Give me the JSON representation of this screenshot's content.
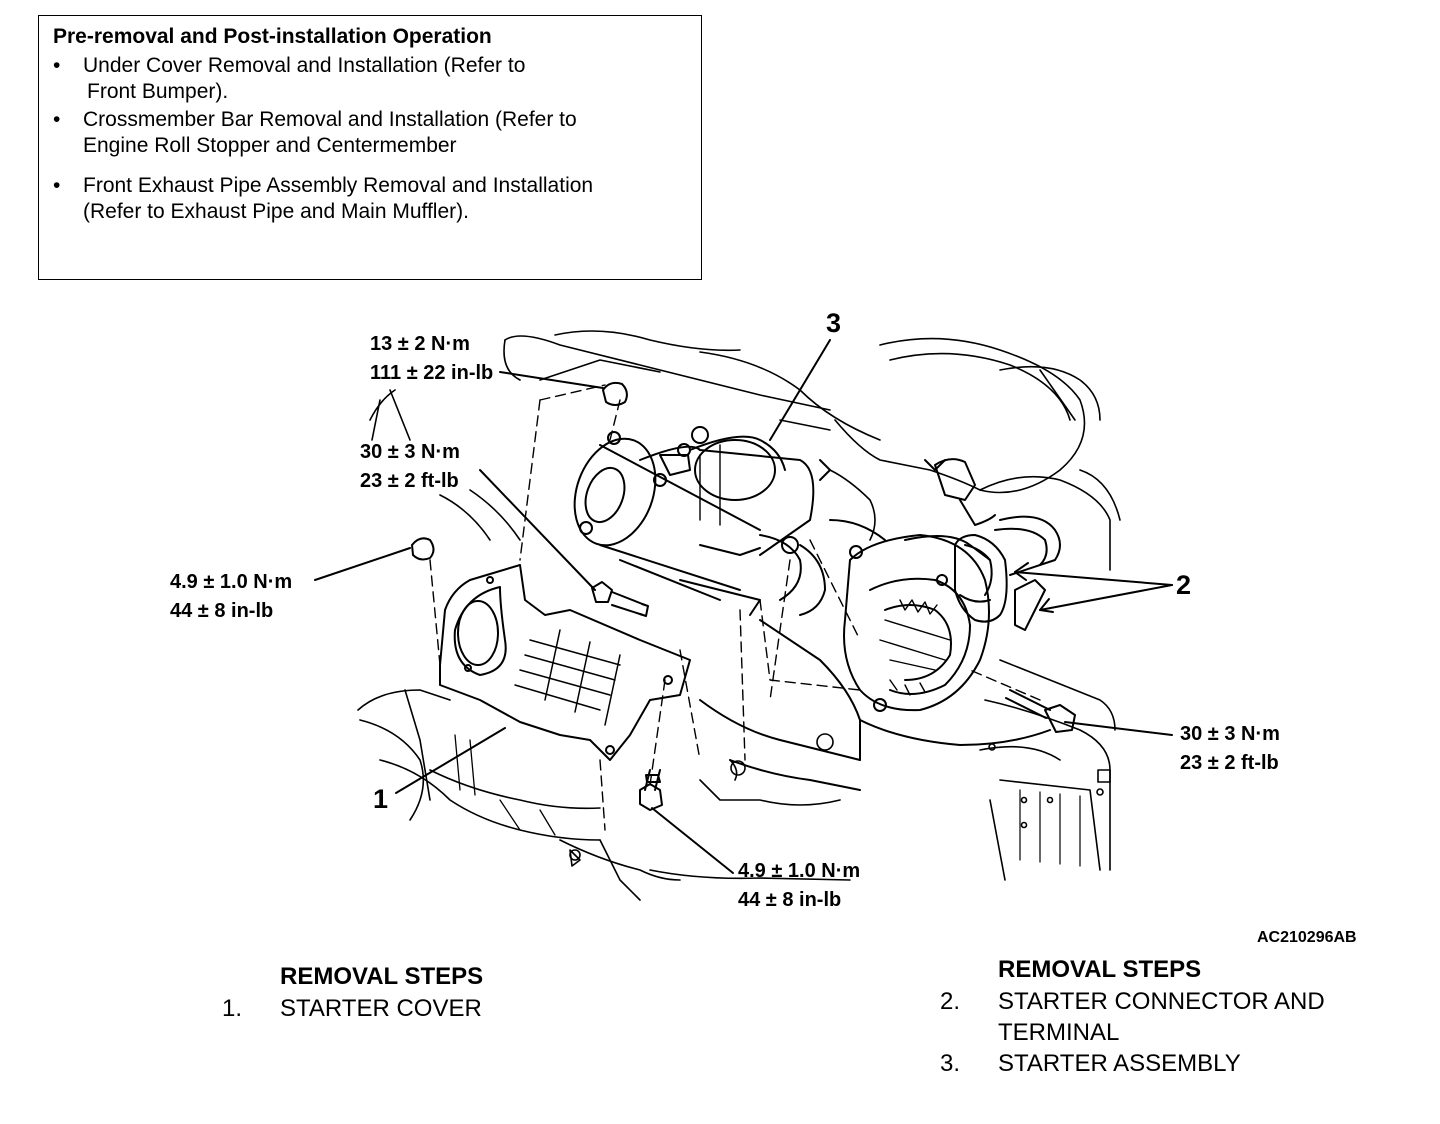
{
  "preop": {
    "title": "Pre-removal and Post-installation Operation",
    "bullet_symbol": "•",
    "items": [
      {
        "line1": "Under Cover Removal and Installation (Refer to",
        "line2": "Front Bumper)."
      },
      {
        "line1": "Crossmember Bar Removal and Installation (Refer to",
        "line2": "Engine Roll Stopper and Centermember"
      },
      {
        "line1": "Front Exhaust Pipe Assembly Removal and Installation",
        "line2": "(Refer to Exhaust Pipe and Main Muffler)."
      }
    ]
  },
  "callouts": {
    "top": {
      "nm": "13 ± 2 N·m",
      "imp": "111 ± 22 in-lb"
    },
    "mid": {
      "nm": "30 ± 3 N·m",
      "imp": "23 ± 2 ft-lb"
    },
    "left": {
      "nm": "4.9 ± 1.0 N·m",
      "imp": "44 ± 8 in-lb"
    },
    "right": {
      "nm": "30 ± 3 N·m",
      "imp": "23 ± 2 ft-lb"
    },
    "bottom": {
      "nm": "4.9 ± 1.0 N·m",
      "imp": "44 ± 8 in-lb"
    }
  },
  "part_numbers": {
    "p1": "1",
    "p2": "2",
    "p3": "3"
  },
  "figure_code": "AC210296AB",
  "removal_left": {
    "heading": "REMOVAL STEPS",
    "steps": [
      {
        "num": "1.",
        "text": "STARTER COVER"
      }
    ]
  },
  "removal_right": {
    "heading": "REMOVAL STEPS",
    "steps": [
      {
        "num": "2.",
        "line1": "STARTER CONNECTOR AND",
        "line2": "TERMINAL"
      },
      {
        "num": "3.",
        "line1": "STARTER ASSEMBLY"
      }
    ]
  }
}
